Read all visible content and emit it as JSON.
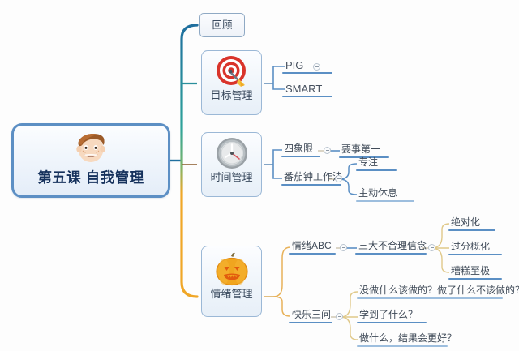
{
  "document": {
    "title": "第五课 自我管理",
    "type": "mind-map"
  },
  "theme": {
    "root_border": "#5c8fc4",
    "root_text": "#15315c",
    "topic_border": "#9bb8d6",
    "trunk_top": "#1f6f9e",
    "trunk_mid": "#2fa39a",
    "trunk_bottom": "#f0a728",
    "leaf_underline_blue": "#5b8fc4",
    "leaf_underline_light": "#9dbede",
    "connector_orange": "#e8b25a",
    "text": "#3f4a58"
  },
  "root": {
    "label": "第五课 自我管理",
    "icon": "boy-face-icon"
  },
  "branches": [
    {
      "id": "review",
      "label": "回顾",
      "icon": null,
      "children": []
    },
    {
      "id": "goal-management",
      "label": "目标管理",
      "icon": "target-dartboard-icon",
      "children": [
        {
          "label": "PIG",
          "lang": "en",
          "has_toggle": true,
          "children": []
        },
        {
          "label": "SMART",
          "lang": "en",
          "has_toggle": false,
          "children": []
        }
      ]
    },
    {
      "id": "time-management",
      "label": "时间管理",
      "icon": "clock-icon",
      "children": [
        {
          "label": "四象限",
          "lang": "cn",
          "has_toggle": true,
          "children": [
            {
              "label": "要事第一",
              "lang": "cn",
              "has_toggle": false,
              "children": []
            }
          ]
        },
        {
          "label": "番茄钟工作法",
          "lang": "cn",
          "has_toggle": true,
          "children": [
            {
              "label": "专注",
              "lang": "cn",
              "has_toggle": false,
              "children": []
            },
            {
              "label": "主动休息",
              "lang": "cn",
              "has_toggle": false,
              "children": []
            }
          ]
        }
      ]
    },
    {
      "id": "emotion-management",
      "label": "情绪管理",
      "icon": "pumpkin-icon",
      "children": [
        {
          "label": "情绪ABC",
          "lang": "cn",
          "has_toggle": true,
          "children": [
            {
              "label": "三大不合理信念",
              "lang": "cn",
              "has_toggle": true,
              "children": [
                {
                  "label": "绝对化",
                  "lang": "cn",
                  "has_toggle": false,
                  "children": []
                },
                {
                  "label": "过分概化",
                  "lang": "cn",
                  "has_toggle": false,
                  "children": []
                },
                {
                  "label": "糟糕至极",
                  "lang": "cn",
                  "has_toggle": false,
                  "children": []
                }
              ]
            }
          ]
        },
        {
          "label": "快乐三问",
          "lang": "cn",
          "has_toggle": true,
          "children": [
            {
              "label": "没做什么该做的？做了什么不该做的？",
              "lang": "cn",
              "has_toggle": false,
              "children": []
            },
            {
              "label": "学到了什么？",
              "lang": "cn",
              "has_toggle": false,
              "children": []
            },
            {
              "label": "做什么，结果会更好？",
              "lang": "cn",
              "has_toggle": false,
              "children": []
            }
          ]
        }
      ]
    }
  ]
}
